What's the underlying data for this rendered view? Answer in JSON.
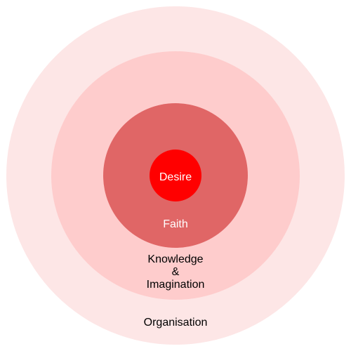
{
  "rings": [
    {
      "id": "organisation",
      "label": "Organisation",
      "color": "#fde6e6",
      "text_color": "#000000"
    },
    {
      "id": "knowledge",
      "label_lines": [
        "Knowledge",
        "&",
        "Imagination"
      ],
      "color": "#fecccc",
      "text_color": "#000000"
    },
    {
      "id": "faith",
      "label": "Faith",
      "color": "#e06666",
      "text_color": "#ffffff"
    },
    {
      "id": "desire",
      "label": "Desire",
      "color": "#ff0000",
      "text_color": "#ffffff"
    }
  ]
}
